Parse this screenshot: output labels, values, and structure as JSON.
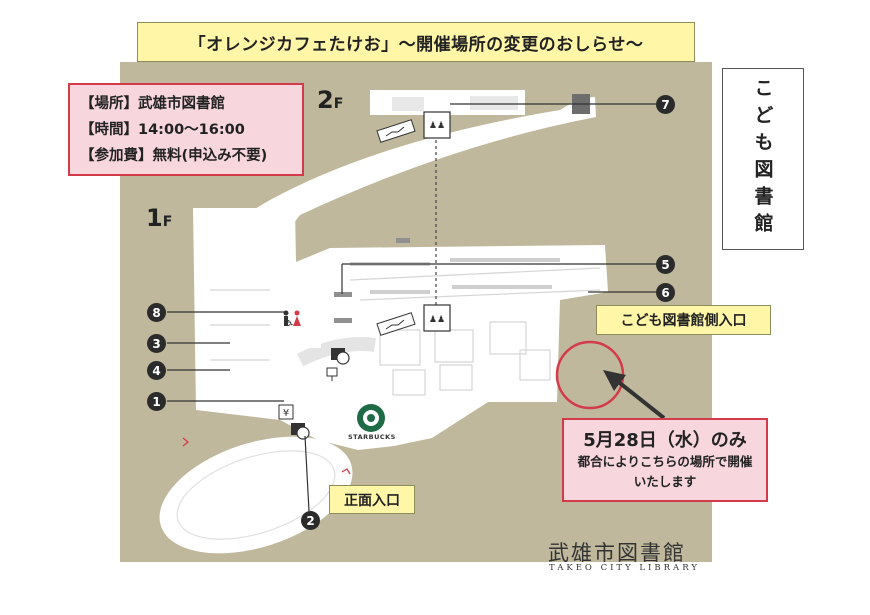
{
  "title": "「オレンジカフェたけお」～開催場所の変更のおしらせ～",
  "info": {
    "place": "【場所】武雄市図書館",
    "time": "【時間】14:00～16:00",
    "fee": "【参加費】無料(申込み不要)"
  },
  "side_label": "こども図書館",
  "floors": {
    "upper_num": "2",
    "upper_unit": "F",
    "lower_num": "1",
    "lower_unit": "F"
  },
  "labels": {
    "kids_entrance": "こども図書館側入口",
    "main_entrance": "正面入口"
  },
  "notice": {
    "main": "5月28日（水）のみ",
    "line1": "都合によりこちらの場所で開催",
    "line2": "いたします"
  },
  "markers": [
    "1",
    "2",
    "3",
    "4",
    "5",
    "6",
    "7",
    "8"
  ],
  "logo": {
    "jp": "武雄市図書館",
    "en": "TAKEO CITY LIBRARY"
  },
  "starbucks": "STARBUCKS",
  "colors": {
    "map_bg": "#bfb89c",
    "accent_red": "#d33a4a",
    "banner_yellow": "#fff6a8",
    "info_pink": "#f7d6dd",
    "starbucks_green": "#1e6b45"
  },
  "icons": [
    "elevator-icon",
    "escalator-icon",
    "restroom-icon",
    "wheelchair-icon",
    "yen-atm-icon",
    "bicycle-parking-icon",
    "locker-icon",
    "starbucks-logo-icon",
    "arrow-icon"
  ]
}
